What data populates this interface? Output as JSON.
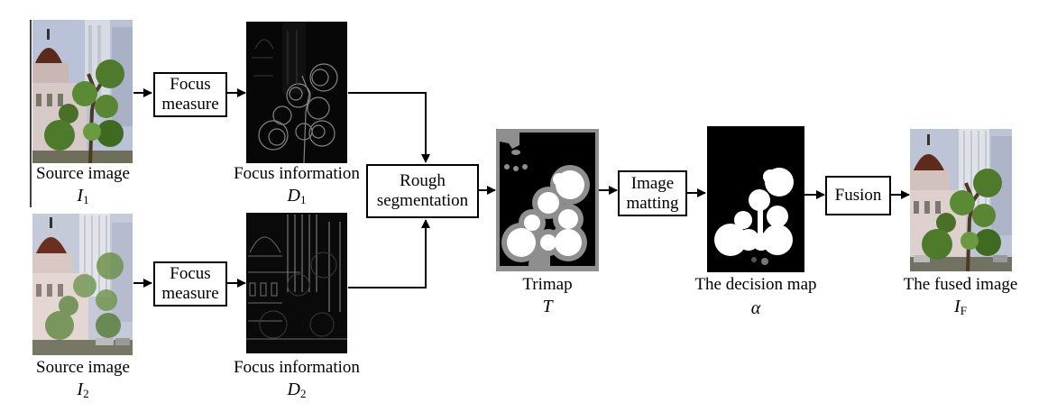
{
  "nodes": {
    "focus_measure_1": "Focus\nmeasure",
    "focus_measure_2": "Focus\nmeasure",
    "rough_segmentation": "Rough\nsegmentation",
    "image_matting": "Image\nmatting",
    "fusion": "Fusion"
  },
  "captions": {
    "source_1": "Source image",
    "source_1_sym": "I",
    "source_1_sub": "1",
    "source_2": "Source image",
    "source_2_sym": "I",
    "source_2_sub": "2",
    "focus_info_1": "Focus information",
    "focus_info_1_sym": "D",
    "focus_info_1_sub": "1",
    "focus_info_2": "Focus information",
    "focus_info_2_sym": "D",
    "focus_info_2_sub": "2",
    "trimap": "Trimap",
    "trimap_sym": "T",
    "decision_map": "The decision map",
    "decision_map_sym": "α",
    "fused": "The fused image",
    "fused_sym": "I",
    "fused_sub": "F"
  },
  "images": {
    "source_1": "source-image-1 (photo: dome building, near tree in focus)",
    "source_2": "source-image-2 (photo: dome building, background in focus)",
    "focus_info_1": "focus-information-1 (dark edge map)",
    "focus_info_2": "focus-information-2 (dark edge map)",
    "trimap": "trimap (black / gray / white regions)",
    "decision_map": "decision-map (white tree silhouette on black)",
    "fused": "fused-image (all-in-focus photo)"
  },
  "edges": [
    [
      "source-1",
      "focus-measure-1"
    ],
    [
      "focus-measure-1",
      "focus-info-1"
    ],
    [
      "focus-info-1",
      "rough-segmentation"
    ],
    [
      "source-2",
      "focus-measure-2"
    ],
    [
      "focus-measure-2",
      "focus-info-2"
    ],
    [
      "focus-info-2",
      "rough-segmentation"
    ],
    [
      "rough-segmentation",
      "trimap"
    ],
    [
      "trimap",
      "image-matting"
    ],
    [
      "image-matting",
      "decision-map"
    ],
    [
      "decision-map",
      "fusion"
    ],
    [
      "fusion",
      "fused-image"
    ]
  ]
}
